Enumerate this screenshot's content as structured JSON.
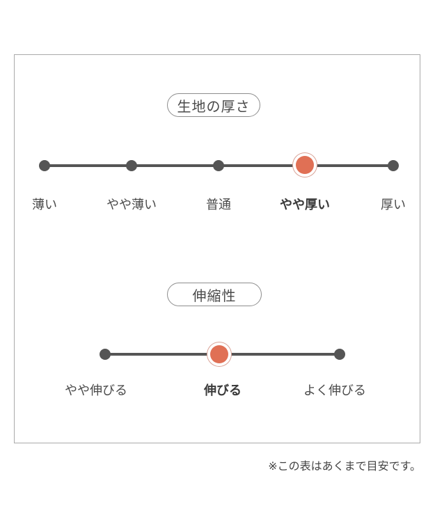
{
  "colors": {
    "track": "#555555",
    "dot": "#555555",
    "selected_dot": "#e07055",
    "selected_ring": "#d9a397",
    "frame_border": "#a9a9a9",
    "text": "#4a4a4a"
  },
  "scales": [
    {
      "title": "生地の厚さ",
      "options": [
        {
          "label": "薄い",
          "selected": false
        },
        {
          "label": "やや薄い",
          "selected": false
        },
        {
          "label": "普通",
          "selected": false
        },
        {
          "label": "やや厚い",
          "selected": true
        },
        {
          "label": "厚い",
          "selected": false
        }
      ],
      "selected_label": "やや厚い"
    },
    {
      "title": "伸縮性",
      "options": [
        {
          "label": "やや伸びる",
          "selected": false
        },
        {
          "label": "伸びる",
          "selected": true
        },
        {
          "label": "よく伸びる",
          "selected": false
        }
      ],
      "selected_label": "伸びる"
    }
  ],
  "footnote": "※この表はあくまで目安です。"
}
